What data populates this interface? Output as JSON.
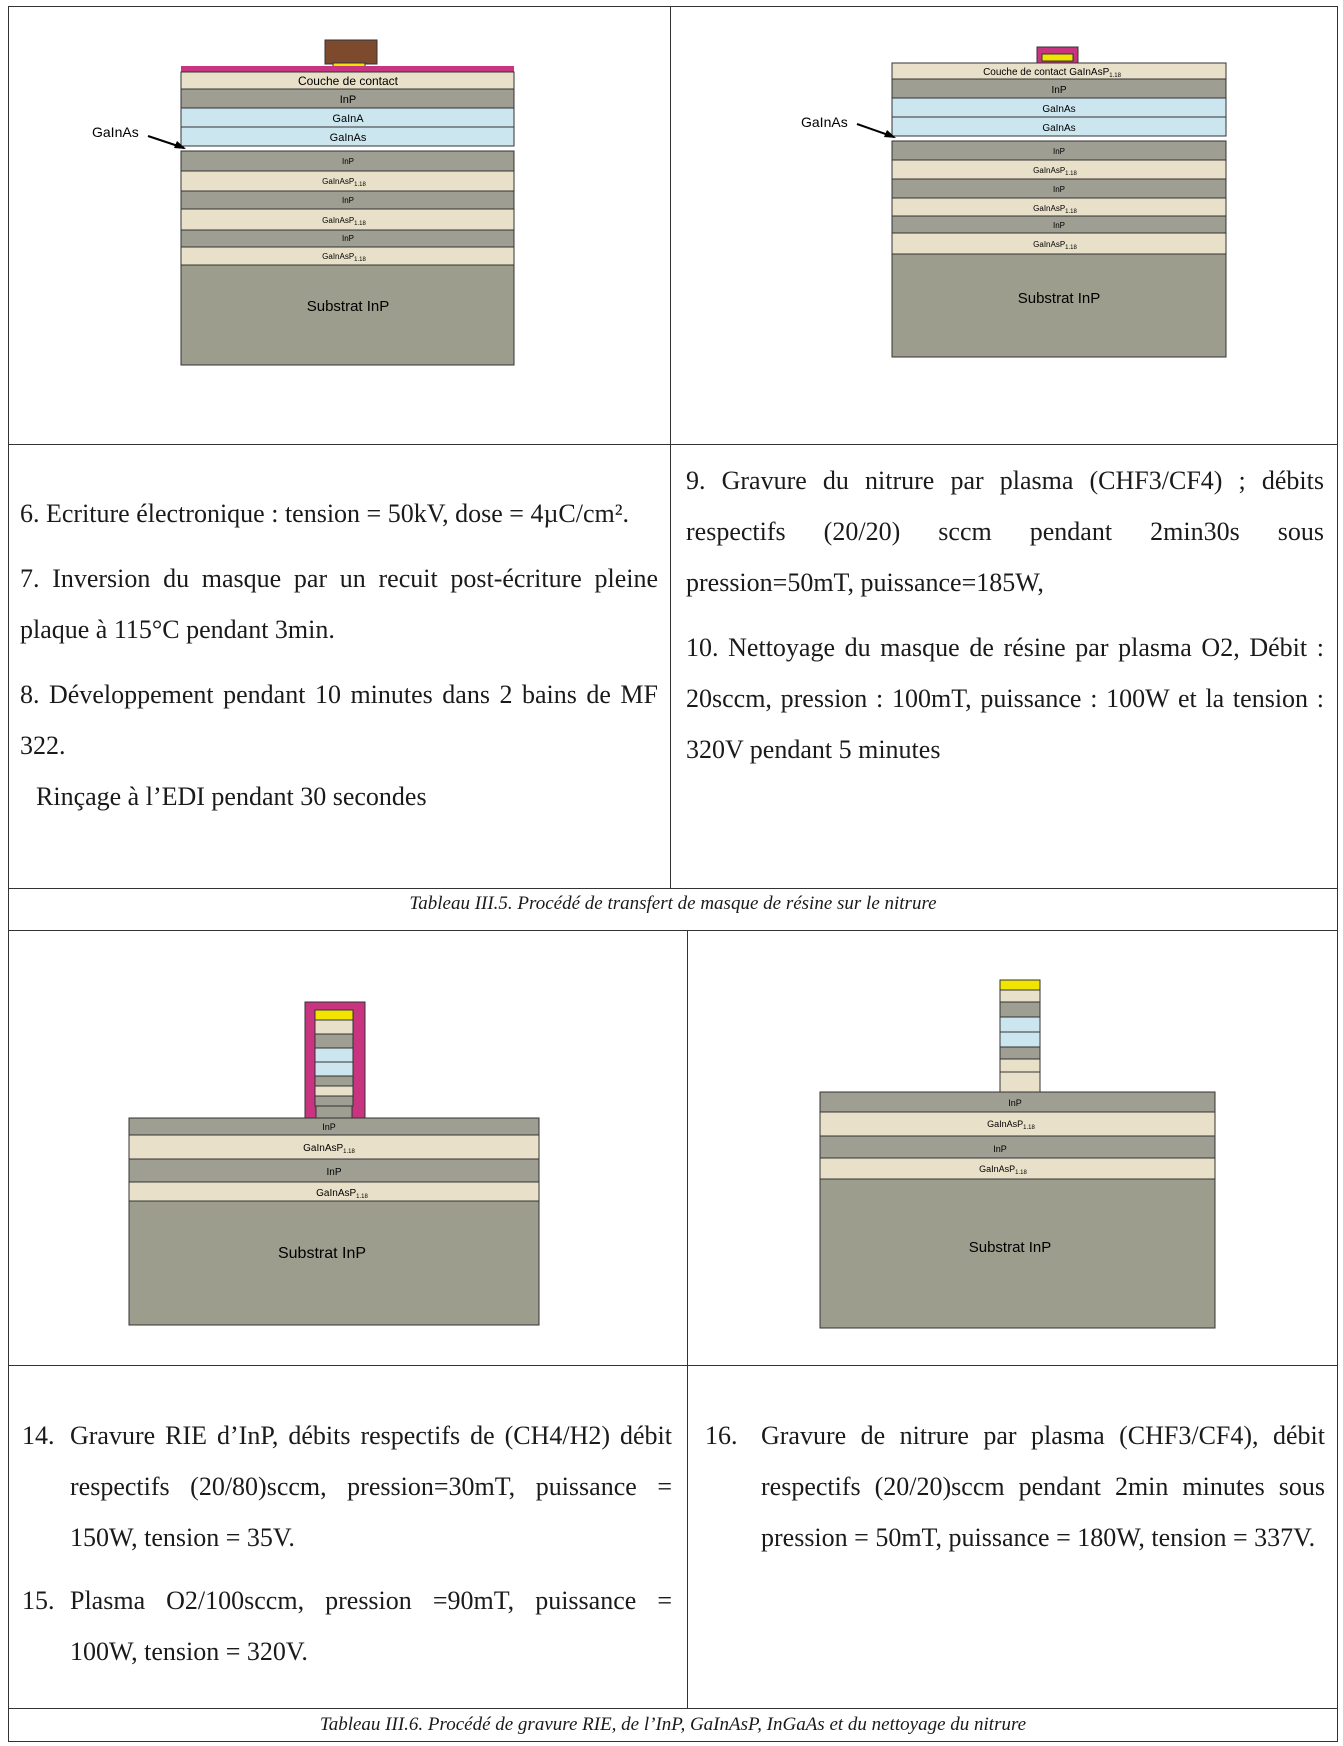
{
  "colors": {
    "substrate": "#9d9d8d",
    "inp": "#9e9e93",
    "galnasp": "#e8e0c8",
    "galnas": "#cce6ef",
    "mask_resin": "#c8347f",
    "contact_metal": "#f0e400",
    "resin_block": "#7d4a2e"
  },
  "table1": {
    "diagram_left": {
      "label_arrow": "GaInAs",
      "layers": {
        "contact": "Couche de contact",
        "inp1": "InP",
        "gainas_a": "GaInA",
        "gainas_b": "GaInAs",
        "inp2": "InP",
        "galnasp1": "GaInAsP",
        "inp3": "InP",
        "galnasp2": "GaInAsP",
        "inp4": "InP",
        "galnasp3": "GaInAsP",
        "sub": "1.18",
        "substrate": "Substrat InP"
      }
    },
    "diagram_right": {
      "label_arrow": "GaInAs",
      "layers": {
        "contact": "Couche de contact GaInAsP",
        "inp1": "InP",
        "gainas_a": "GaInAs",
        "gainas_b": "GaInAs",
        "inp2": "InP",
        "galnasp1": "GaInAsP",
        "inp3": "InP",
        "galnasp2": "GaInAsP",
        "inp4": "InP",
        "galnasp3": "GaInAsP",
        "sub": "1.18",
        "substrate": "Substrat InP"
      }
    },
    "left_text": {
      "p6": "6. Ecriture électronique : tension = 50kV, dose = 4µC/cm².",
      "p7": "7. Inversion du masque par un recuit post-écriture pleine plaque à 115°C pendant 3min.",
      "p8": "8. Développement pendant 10 minutes dans 2 bains de MF 322.",
      "p8b": "Rinçage à l’EDI pendant 30 secondes"
    },
    "right_text": {
      "p9": "9. Gravure du nitrure par plasma (CHF3/CF4) ; débits respectifs (20/20) sccm pendant 2min30s sous pression=50mT, puissance=185W,",
      "p10": "10. Nettoyage du masque de résine par plasma O2, Débit : 20sccm, pression : 100mT, puissance : 100W et la tension : 320V pendant 5 minutes"
    },
    "caption": "Tableau III.5. Procédé de transfert de masque de résine sur le nitrure"
  },
  "table2": {
    "diagram_left": {
      "layers": {
        "inp1": "InP",
        "galnasp1": "GaInAsP",
        "inp2": "InP",
        "galnasp2": "GaInAsP",
        "sub": "1.18",
        "substrate": "Substrat InP"
      }
    },
    "diagram_right": {
      "layers": {
        "inp1": "InP",
        "galnasp1": "GaInAsP",
        "inp2": "InP",
        "galnasp2": "GaInAsP",
        "sub": "1.18",
        "substrate": "Substrat InP"
      }
    },
    "left_text": {
      "n14": "14.",
      "t14": "Gravure RIE d’InP, débits respectifs de (CH4/H2) débit respectifs (20/80)sccm, pression=30mT, puissance = 150W, tension = 35V.",
      "n15": "15.",
      "t15": "Plasma O2/100sccm, pression =90mT, puissance = 100W, tension = 320V."
    },
    "right_text": {
      "n16": "16.",
      "t16": "Gravure de nitrure par plasma (CHF3/CF4), débit respectifs (20/20)sccm pendant 2min minutes sous pression = 50mT, puissance = 180W, tension = 337V."
    },
    "caption": "Tableau III.6. Procédé de gravure RIE, de l’InP, GaInAsP, InGaAs et du nettoyage du nitrure"
  }
}
